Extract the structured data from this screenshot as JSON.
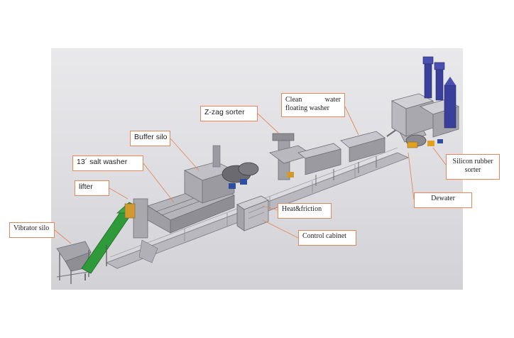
{
  "labels": {
    "vibrator_silo": "Vibrator silo",
    "lifter": "lifter",
    "salt_washer": "13´ salt washer",
    "buffer_silo": "Buffer silo",
    "zzag_sorter": "Z-zag sorter",
    "clean_water_line1": "Clean water",
    "clean_water_line2": "floating washer",
    "heat_friction": "Heat&friction",
    "control_cabinet": "Control cabinet",
    "silicon_line1": "Silicon rubber",
    "silicon_line2": "sorter",
    "dewater": "Dewater"
  },
  "colors": {
    "callout_border": "#e3885a",
    "machine_gray": "#9a9aa0",
    "conveyor_green": "#2f9a3a",
    "elevator_blue": "#3a3f9a",
    "motor_orange": "#e0a020"
  }
}
